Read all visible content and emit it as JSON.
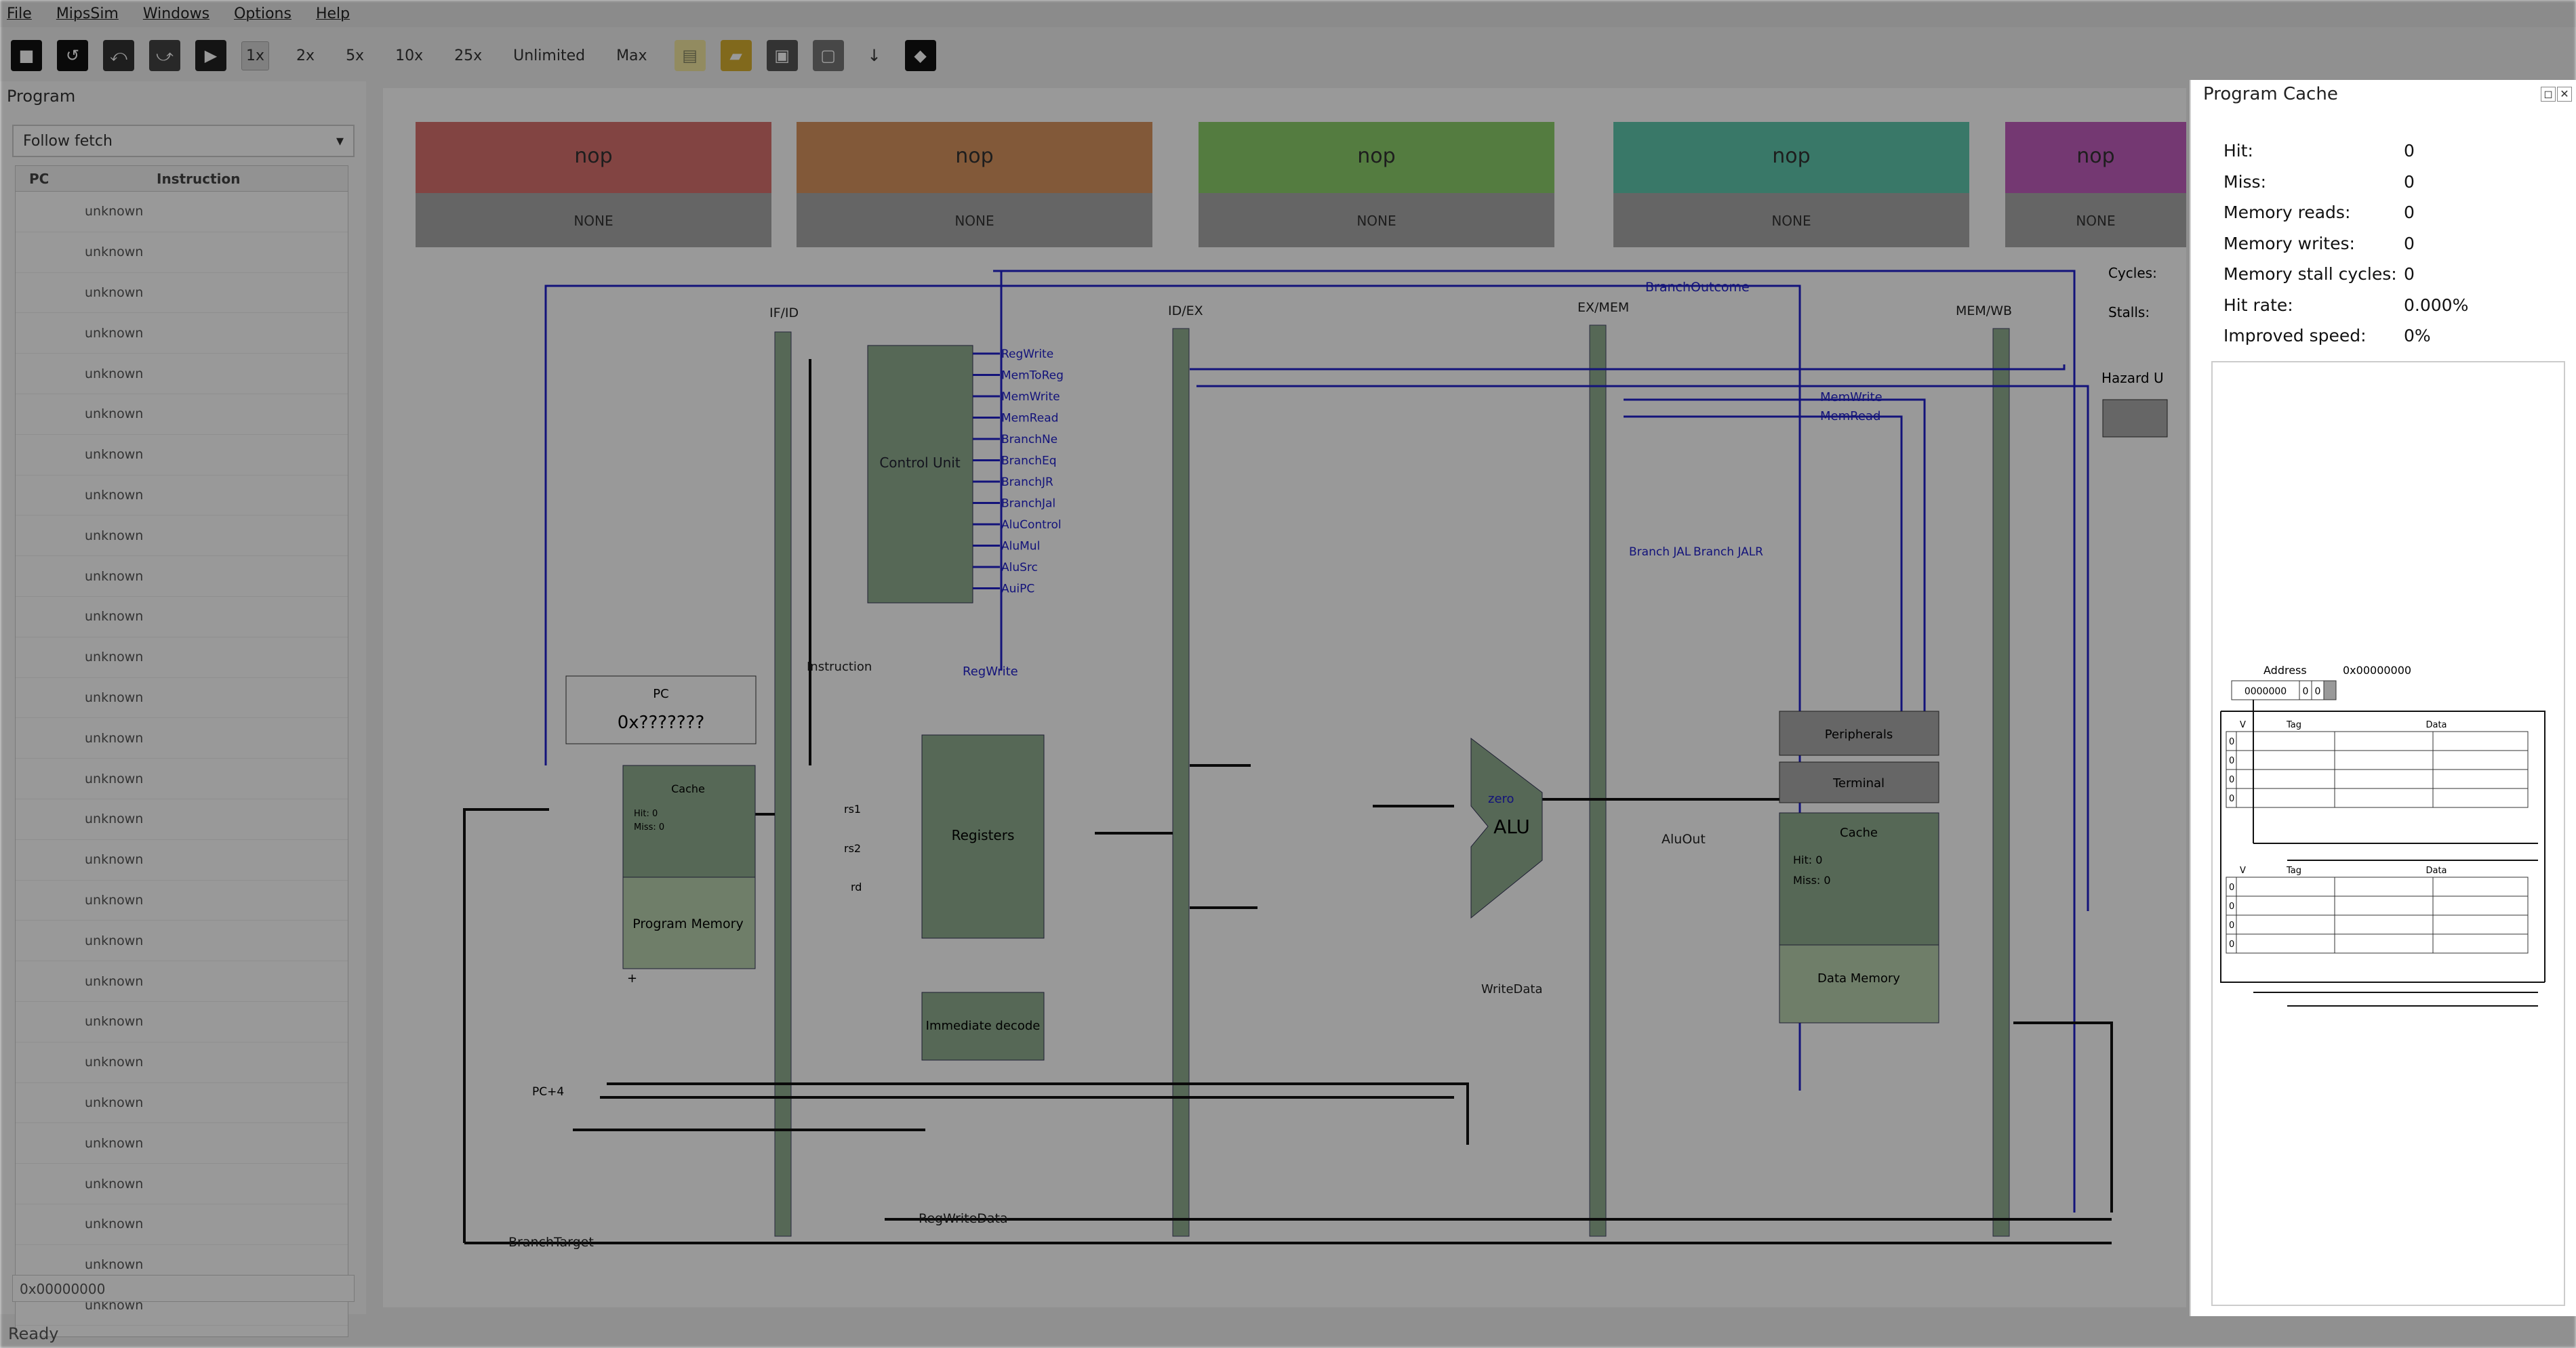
{
  "menu": [
    "File",
    "MipsSim",
    "Windows",
    "Options",
    "Help"
  ],
  "toolbar": {
    "speed_options": [
      "1x",
      "2x",
      "5x",
      "10x",
      "25x",
      "Unlimited",
      "Max"
    ],
    "selected_speed": "1x",
    "icons": [
      "stop-icon",
      "reset-icon",
      "step-back-icon",
      "step-icon",
      "run-icon",
      "new-file-icon",
      "open-folder-icon",
      "save-icon",
      "chip-icon",
      "pin-icon",
      "tag-icon"
    ]
  },
  "program_panel": {
    "title": "Program",
    "follow_mode": "Follow fetch",
    "columns": [
      "PC",
      "Instruction"
    ],
    "rows": [
      "unknown",
      "unknown",
      "unknown",
      "unknown",
      "unknown",
      "unknown",
      "unknown",
      "unknown",
      "unknown",
      "unknown",
      "unknown",
      "unknown",
      "unknown",
      "unknown",
      "unknown",
      "unknown",
      "unknown",
      "unknown",
      "unknown",
      "unknown",
      "unknown",
      "unknown",
      "unknown",
      "unknown",
      "unknown",
      "unknown",
      "unknown",
      "unknown"
    ],
    "address": "0x00000000"
  },
  "pipeline": {
    "stages": [
      {
        "instr": "nop",
        "status": "NONE",
        "color": "#d9726f"
      },
      {
        "instr": "nop",
        "status": "NONE",
        "color": "#d99560"
      },
      {
        "instr": "nop",
        "status": "NONE",
        "color": "#8ccf6b"
      },
      {
        "instr": "nop",
        "status": "NONE",
        "color": "#5fc9ad"
      },
      {
        "instr": "nop",
        "status": "NONE",
        "color": "#c25ebf"
      }
    ],
    "registers": [
      "IF/ID",
      "ID/EX",
      "EX/MEM",
      "MEM/WB"
    ],
    "control_signals": [
      "RegWrite",
      "MemToReg",
      "MemWrite",
      "MemRead",
      "BranchNe",
      "BranchEq",
      "BranchJR",
      "BranchJal",
      "AluControl",
      "AluMul",
      "AluSrc",
      "AuiPC"
    ],
    "blocks": {
      "pc": "PC",
      "pc_value": "0x???????",
      "instr_cache": "Cache",
      "instr_cache_hit": "Hit: 0",
      "instr_cache_miss": "Miss: 0",
      "program_memory": "Program Memory",
      "control_unit": "Control Unit",
      "registers": "Registers",
      "immediate": "Immediate decode",
      "alu": "ALU",
      "data_cache": "Cache",
      "data_cache_hit": "Hit: 0",
      "data_cache_miss": "Miss: 0",
      "data_memory": "Data Memory",
      "peripherals": "Peripherals",
      "terminal": "Terminal",
      "branch_outcome": "BranchOutcome",
      "branch_target": "BranchTarget",
      "reg_write_data": "RegWriteData",
      "write_data": "WriteData",
      "alu_out": "AluOut",
      "instruction": "Instruction",
      "reg_write": "RegWrite",
      "mem_write": "MemWrite",
      "mem_read": "MemRead",
      "zero": "zero",
      "branch_jal": "Branch JAL",
      "branch_jalr": "Branch JALR",
      "rs1": "rs1",
      "rs2": "rs2",
      "rd": "rd",
      "pc4": "PC+4",
      "plus": "+"
    },
    "side_labels": {
      "cycles": "Cycles:",
      "stalls": "Stalls:",
      "hazard": "Hazard U"
    }
  },
  "status_bar": "Ready",
  "cache_panel": {
    "title": "Program Cache",
    "stats": [
      {
        "label": "Hit:",
        "value": "0"
      },
      {
        "label": "Miss:",
        "value": "0"
      },
      {
        "label": "Memory reads:",
        "value": "0"
      },
      {
        "label": "Memory writes:",
        "value": "0"
      },
      {
        "label": "Memory stall cycles:",
        "value": "0"
      },
      {
        "label": "Hit rate:",
        "value": "0.000%"
      },
      {
        "label": "Improved speed:",
        "value": "0%"
      }
    ],
    "address_label": "Address",
    "address_value": "0x00000000",
    "address_fields": [
      "0000000",
      "0",
      "0"
    ],
    "ways": [
      {
        "columns": [
          "V",
          "Tag",
          "Data"
        ],
        "valid_bits": [
          "0",
          "0",
          "0",
          "0"
        ]
      },
      {
        "columns": [
          "V",
          "Tag",
          "Data"
        ],
        "valid_bits": [
          "0",
          "0",
          "0",
          "0"
        ]
      }
    ]
  }
}
